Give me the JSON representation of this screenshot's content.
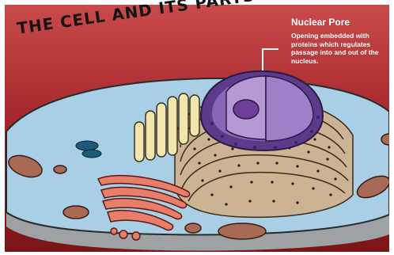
{
  "diagram": {
    "title": "THE CELL AND ITS PARTS",
    "callout": {
      "heading": "Nuclear Pore",
      "body": "Opening embedded with proteins which regulates passage into and out of the nucleus."
    }
  }
}
